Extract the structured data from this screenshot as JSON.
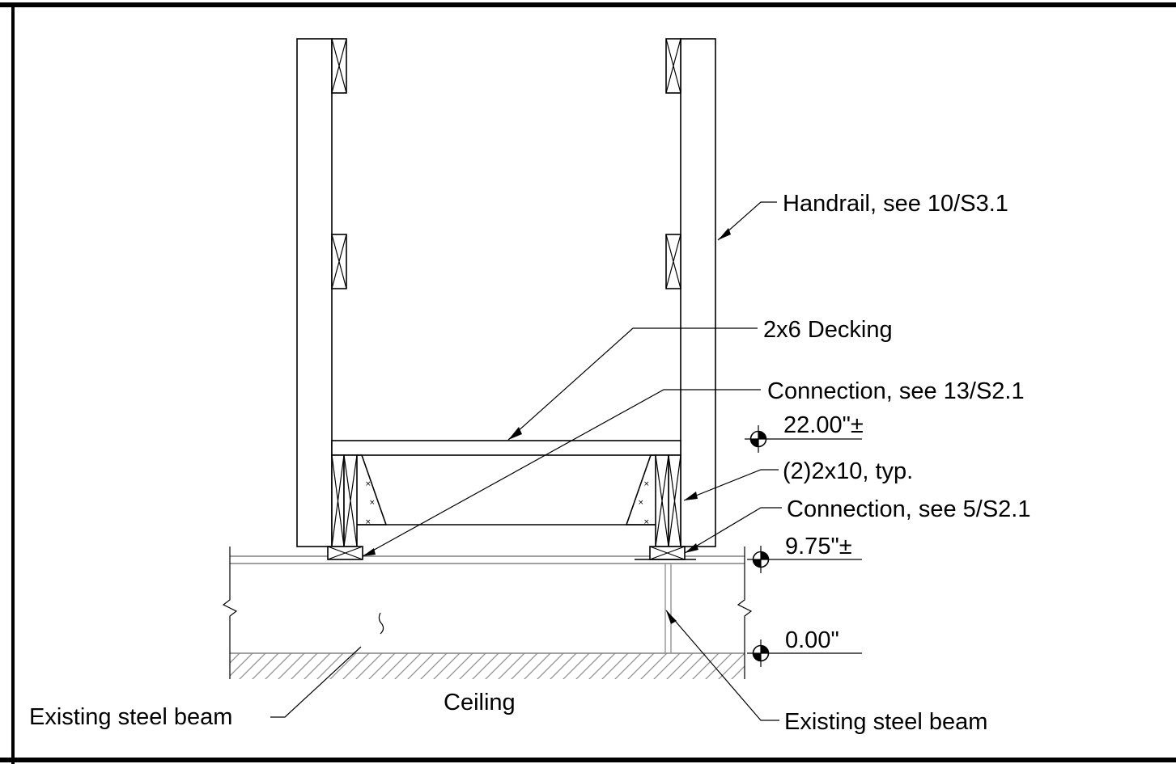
{
  "labels": {
    "handrail": "Handrail, see 10/S3.1",
    "decking": "2x6 Decking",
    "connection_13": "Connection, see 13/S2.1",
    "joists": "(2)2x10, typ.",
    "connection_5": "Connection, see 5/S2.1",
    "existing_beam_left": "Existing steel beam",
    "existing_beam_right": "Existing steel beam",
    "ceiling": "Ceiling"
  },
  "elevations": {
    "top_of_deck": "22.00\"±",
    "top_of_beam": "9.75\"±",
    "base": "0.00\""
  },
  "colors": {
    "linework": "#000000",
    "existing_work": "#808080",
    "background": "#ffffff"
  }
}
